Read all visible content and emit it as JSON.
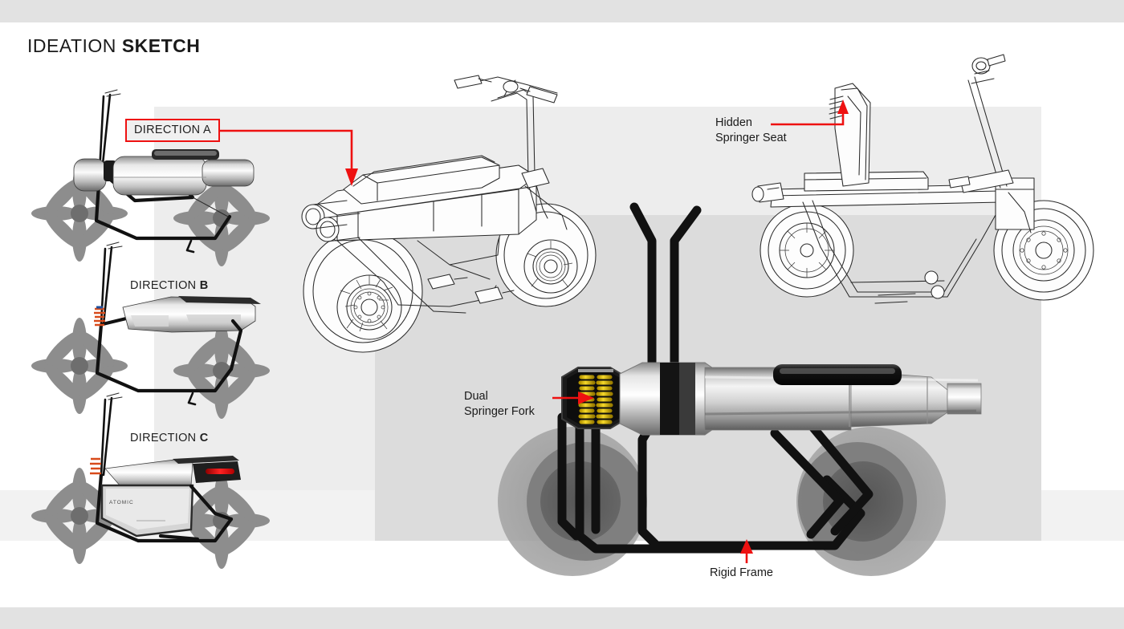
{
  "page": {
    "title_regular": "IDEATION",
    "title_bold": "SKETCH",
    "bg_color": "#ffffff",
    "band_color": "#e2e2e2",
    "panel_upper_color": "#ededed",
    "panel_lower_color": "#dcdcdc",
    "accent_color": "#ee1111"
  },
  "directions": [
    {
      "id": "a",
      "prefix": "DIRECTION ",
      "letter": "A",
      "boxed": true
    },
    {
      "id": "b",
      "prefix": "DIRECTION ",
      "letter": "B",
      "boxed": false
    },
    {
      "id": "c",
      "prefix": "DIRECTION ",
      "letter": "C",
      "boxed": false
    }
  ],
  "callouts": [
    {
      "id": "seat",
      "text": "Hidden\nSpringer Seat",
      "arrow": "right-then-up"
    },
    {
      "id": "fork",
      "text": "Dual\nSpringer Fork",
      "arrow": "right"
    },
    {
      "id": "frame",
      "text": "Rigid Frame",
      "arrow": "up"
    }
  ],
  "branding": {
    "body_mark": "ATOMIC"
  },
  "views": {
    "hero_left": "three-quarter-line-drawing-scooter",
    "hero_right": "side-profile-line-drawing-scooter",
    "hero_main": "rendered-side-view-scooter"
  }
}
